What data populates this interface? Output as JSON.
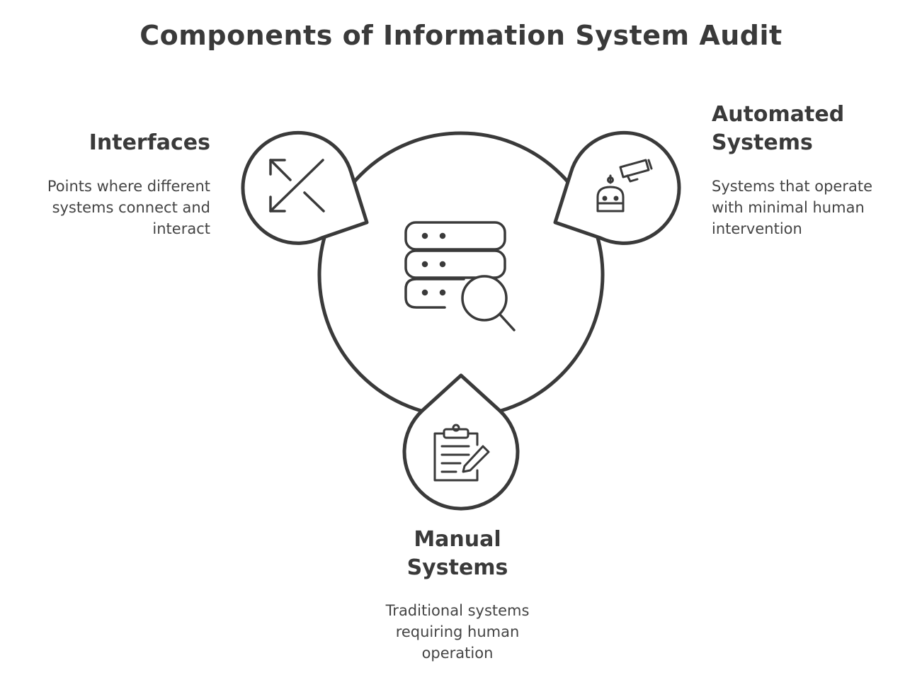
{
  "title": "Components of Information System Audit",
  "colors": {
    "stroke": "#3a3a3a",
    "background": "#ffffff"
  },
  "center": {
    "icon": "database-search-icon"
  },
  "components": {
    "interfaces": {
      "heading": "Interfaces",
      "description": "Points where different systems connect and interact",
      "icon": "arrows-diagonal-icon"
    },
    "automated": {
      "heading_line1": "Automated",
      "heading_line2": "Systems",
      "description": "Systems that operate with minimal human intervention",
      "icon": "robot-camera-icon"
    },
    "manual": {
      "heading_line1": "Manual",
      "heading_line2": "Systems",
      "description_line1": "Traditional systems",
      "description_line2": "requiring human",
      "description_line3": "operation",
      "icon": "clipboard-pen-icon"
    }
  }
}
